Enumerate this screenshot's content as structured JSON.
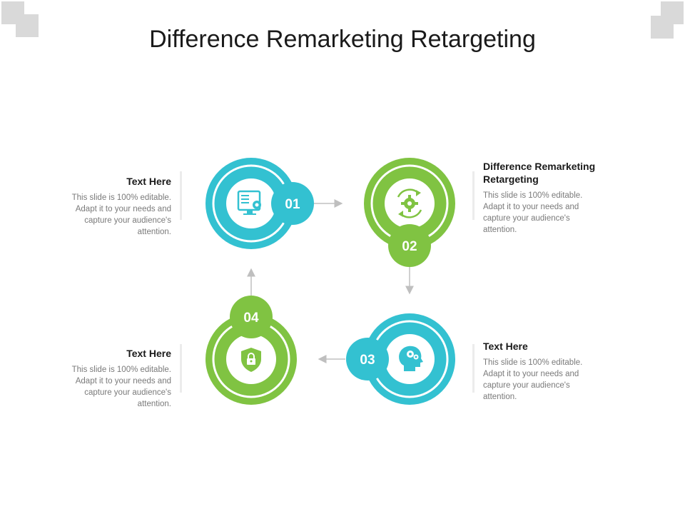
{
  "title": "Difference Remarketing Retargeting",
  "colors": {
    "teal": "#33c1d1",
    "green": "#80c342",
    "arrow": "#bfbfbf"
  },
  "steps": [
    {
      "number": "01",
      "color": "teal",
      "icon": "monitor-gear-icon",
      "heading": "Text Here",
      "body": "This slide is 100% editable. Adapt it to your needs and capture your audience's attention."
    },
    {
      "number": "02",
      "color": "green",
      "icon": "gear-cycle-icon",
      "heading": "Difference Remarketing Retargeting",
      "body": "This slide is 100% editable. Adapt it to your needs and capture your audience's attention."
    },
    {
      "number": "03",
      "color": "teal",
      "icon": "head-gears-icon",
      "heading": "Text Here",
      "body": "This slide is 100% editable. Adapt it to your needs and capture your audience's attention."
    },
    {
      "number": "04",
      "color": "green",
      "icon": "shield-lock-icon",
      "heading": "Text Here",
      "body": "This slide is 100% editable. Adapt it to your needs and capture your audience's attention."
    }
  ]
}
